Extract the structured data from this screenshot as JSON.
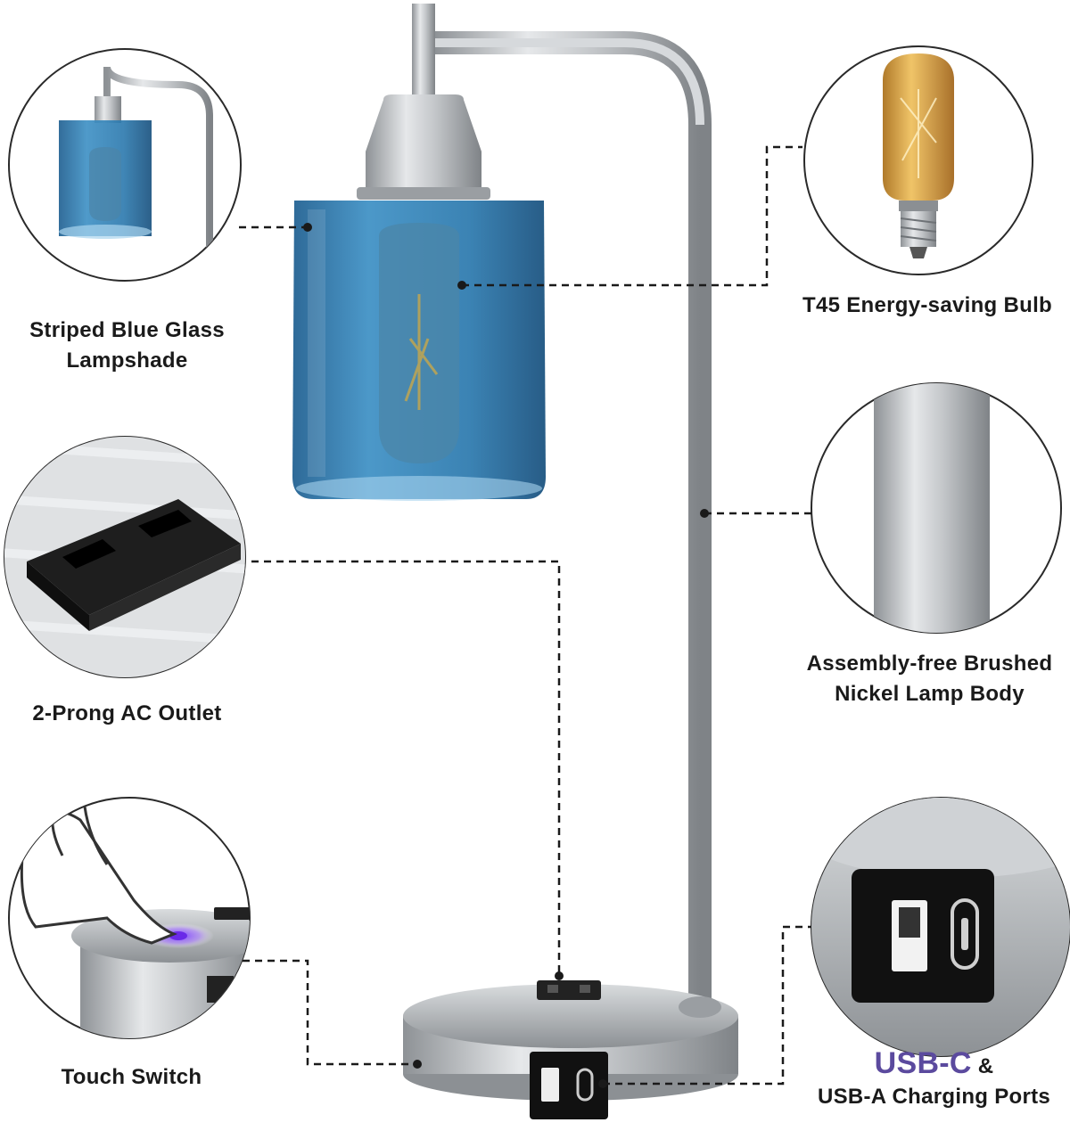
{
  "callouts": {
    "lampshade": {
      "lines": [
        "Striped Blue Glass",
        "Lampshade"
      ],
      "icon": "glass-lampshade-icon"
    },
    "bulb": {
      "lines": [
        "T45 Energy-saving Bulb"
      ],
      "icon": "bulb-icon"
    },
    "outlet": {
      "lines": [
        "2-Prong AC Outlet"
      ],
      "icon": "ac-outlet-icon"
    },
    "body": {
      "lines": [
        "Assembly-free Brushed",
        "Nickel Lamp Body"
      ],
      "icon": "lamp-body-icon"
    },
    "switch": {
      "lines": [
        "Touch Switch"
      ],
      "icon": "touch-switch-icon"
    },
    "usb": {
      "accent": "USB-C",
      "amp": "&",
      "line2": "USB-A Charging Ports",
      "icon": "usb-ports-icon"
    }
  },
  "colors": {
    "accent": "#5b4a9e",
    "glass": "#2f7fb5",
    "nickel": "#b8bcc0",
    "touch_glow": "#7a3cff"
  }
}
